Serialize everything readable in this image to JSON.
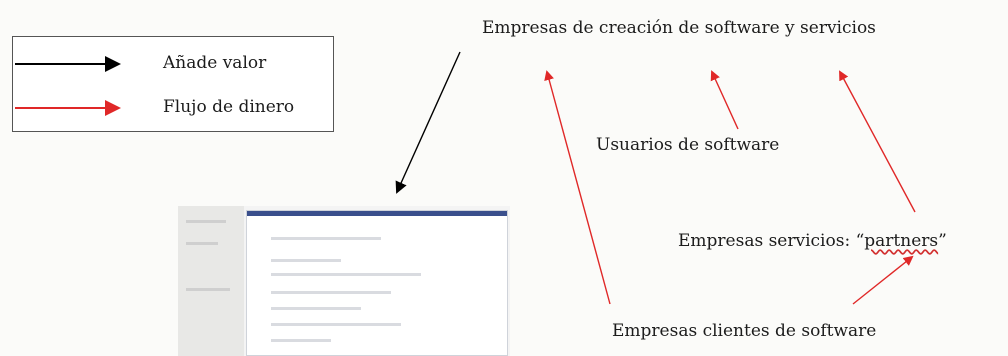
{
  "legend": {
    "items": [
      {
        "label": "Añade valor",
        "color": "#000000"
      },
      {
        "label": "Flujo de dinero",
        "color": "#e02828"
      }
    ]
  },
  "nodes": {
    "top": "Empresas de creación de software y servicios",
    "users": "Usuarios de software",
    "partners_prefix": "Empresas servicios: “",
    "partners_word": "partners",
    "partners_suffix": "”",
    "clients": "Empresas clientes de software"
  },
  "colors": {
    "value_flow": "#000000",
    "money_flow": "#e02828"
  }
}
